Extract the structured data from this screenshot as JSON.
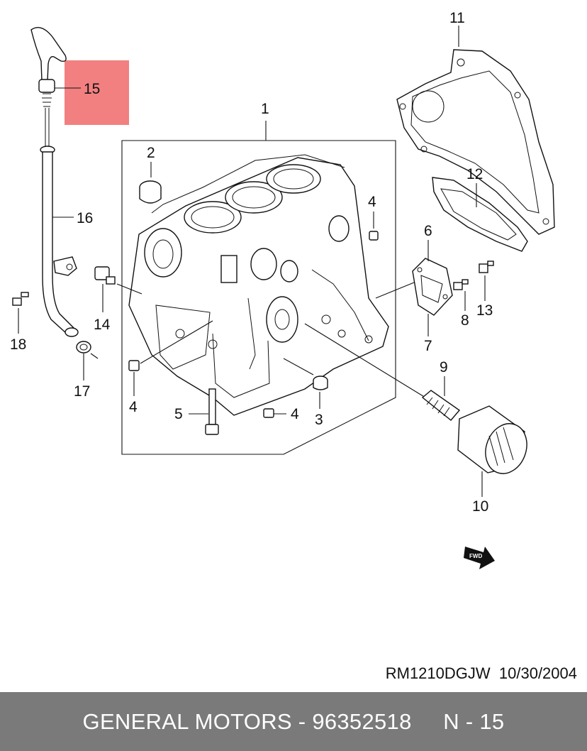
{
  "callouts": {
    "c1": "1",
    "c2": "2",
    "c3": "3",
    "c4a": "4",
    "c4b": "4",
    "c4c": "4",
    "c5": "5",
    "c6": "6",
    "c7": "7",
    "c8": "8",
    "c9": "9",
    "c10": "10",
    "c11": "11",
    "c12": "12",
    "c13": "13",
    "c14": "14",
    "c15": "15",
    "c16": "16",
    "c17": "17",
    "c18": "18"
  },
  "highlight_color": "#f28080",
  "reference": {
    "code": "RM1210DGJW",
    "date": "10/30/2004"
  },
  "footer": {
    "brand": "GENERAL MOTORS",
    "separator": " - ",
    "part_number": "96352518",
    "page_label": "N - 15"
  }
}
